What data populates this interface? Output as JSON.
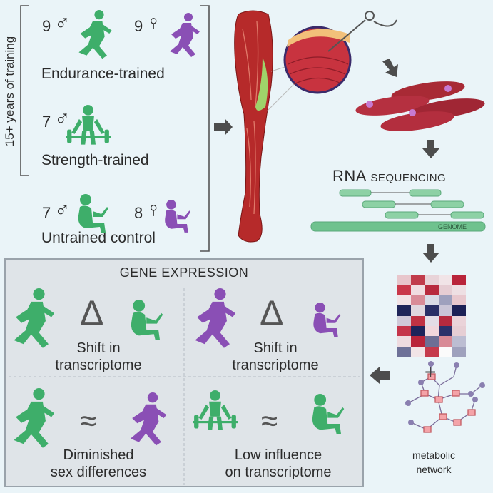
{
  "cohorts": {
    "side_label": "15+ years of training",
    "endurance": {
      "male_count": "9",
      "female_count": "9",
      "label": "Endurance-trained"
    },
    "strength": {
      "male_count": "7",
      "label": "Strength-trained"
    },
    "control": {
      "male_count": "7",
      "female_count": "8",
      "label": "Untrained control"
    },
    "male_symbol": "♂",
    "female_symbol": "♀"
  },
  "pipeline": {
    "rna_title_main": "RNA",
    "rna_title_small": "SEQUENCING",
    "genome_label": "GENOME",
    "plus": "+",
    "network_label_line1": "metabolic",
    "network_label_line2": "network"
  },
  "results": {
    "title": "GENE EXPRESSION",
    "cells": [
      {
        "symbol": "Δ",
        "line1": "Shift in",
        "line2": "transcriptome"
      },
      {
        "symbol": "Δ",
        "line1": "Shift in",
        "line2": "transcriptome"
      },
      {
        "symbol": "≈",
        "line1": "Diminished",
        "line2": "sex differences"
      },
      {
        "symbol": "≈",
        "line1": "Low influence",
        "line2": "on transcriptome"
      }
    ]
  },
  "colors": {
    "green": "#3eae6a",
    "purple": "#8a4fb5",
    "muscle_red": "#b62a2a",
    "arrow_gray": "#4d4d4d",
    "panel_bg": "#dfe4e8"
  },
  "heatmap": {
    "rows": [
      [
        "#e8c6cc",
        "#c13b4b",
        "#e8d3d8",
        "#f1e4e7",
        "#b9243a"
      ],
      [
        "#c9384a",
        "#f0dde1",
        "#b82a3e",
        "#e6cdd3",
        "#eedfe3"
      ],
      [
        "#f2e3e6",
        "#d98c98",
        "#d9dbe6",
        "#9ea0bd",
        "#e8c8ce"
      ],
      [
        "#1f2559",
        "#e0d7df",
        "#2a2f66",
        "#c9c4d6",
        "#1c2156"
      ],
      [
        "#d0c9d9",
        "#c03244",
        "#e3dde6",
        "#b62a3e",
        "#ead3d9"
      ],
      [
        "#c5344a",
        "#1d235a",
        "#f0d7dc",
        "#2b316a",
        "#e6ced4"
      ],
      [
        "#eedbe0",
        "#b9243a",
        "#6c6f95",
        "#d88a96",
        "#bcbdd2"
      ],
      [
        "#6e7198",
        "#f2e4e7",
        "#c53a4c",
        "#fbfbfb",
        "#9fa1bd"
      ]
    ]
  }
}
